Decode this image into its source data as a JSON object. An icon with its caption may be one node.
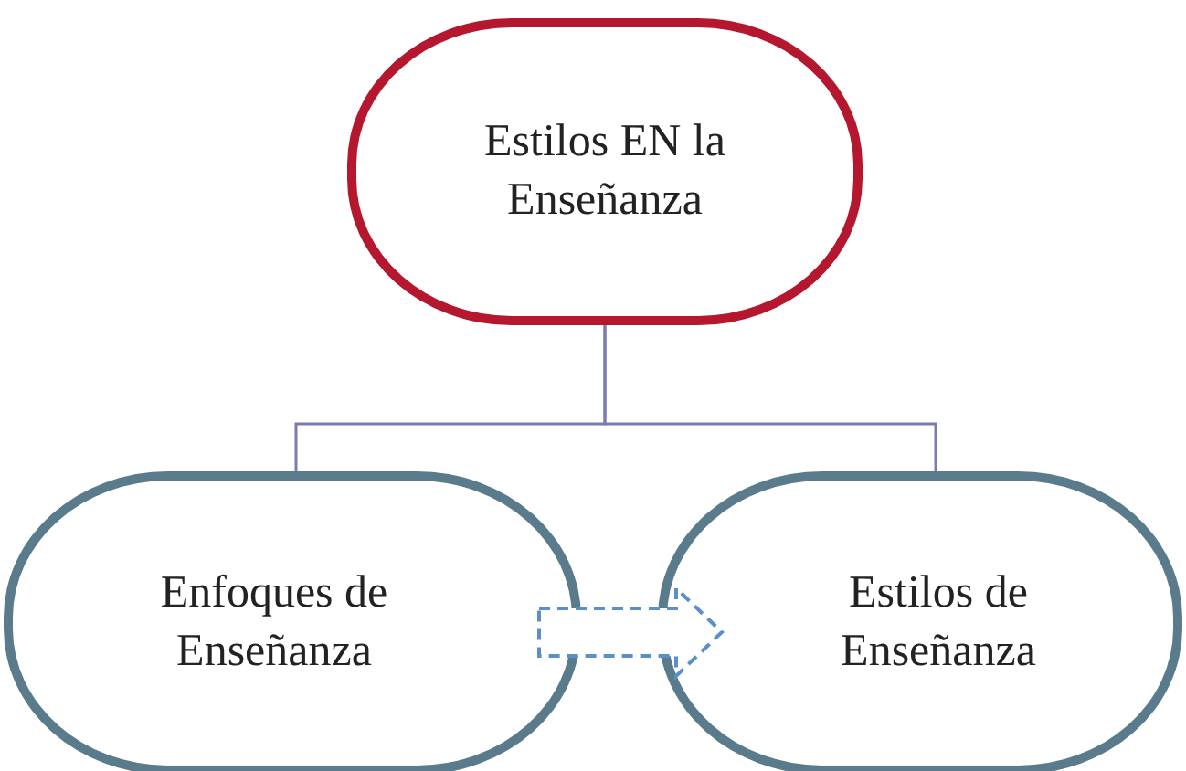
{
  "diagram": {
    "nodes": [
      {
        "text": [
          "Estilos EN la Enseñanza"
        ]
      },
      {
        "text": [
          "Enfoques de Enseñanza"
        ]
      },
      {
        "text": [
          "Estilos de Enseñanza"
        ]
      }
    ],
    "edges": [
      {
        "from": 0,
        "to": 1,
        "arrow": "none"
      },
      {
        "from": 0,
        "to": 2,
        "arrow": "none"
      },
      {
        "from": 1,
        "to": 2,
        "arrow": "to",
        "style": "dashed",
        "color": "#5b8fc9"
      }
    ]
  }
}
